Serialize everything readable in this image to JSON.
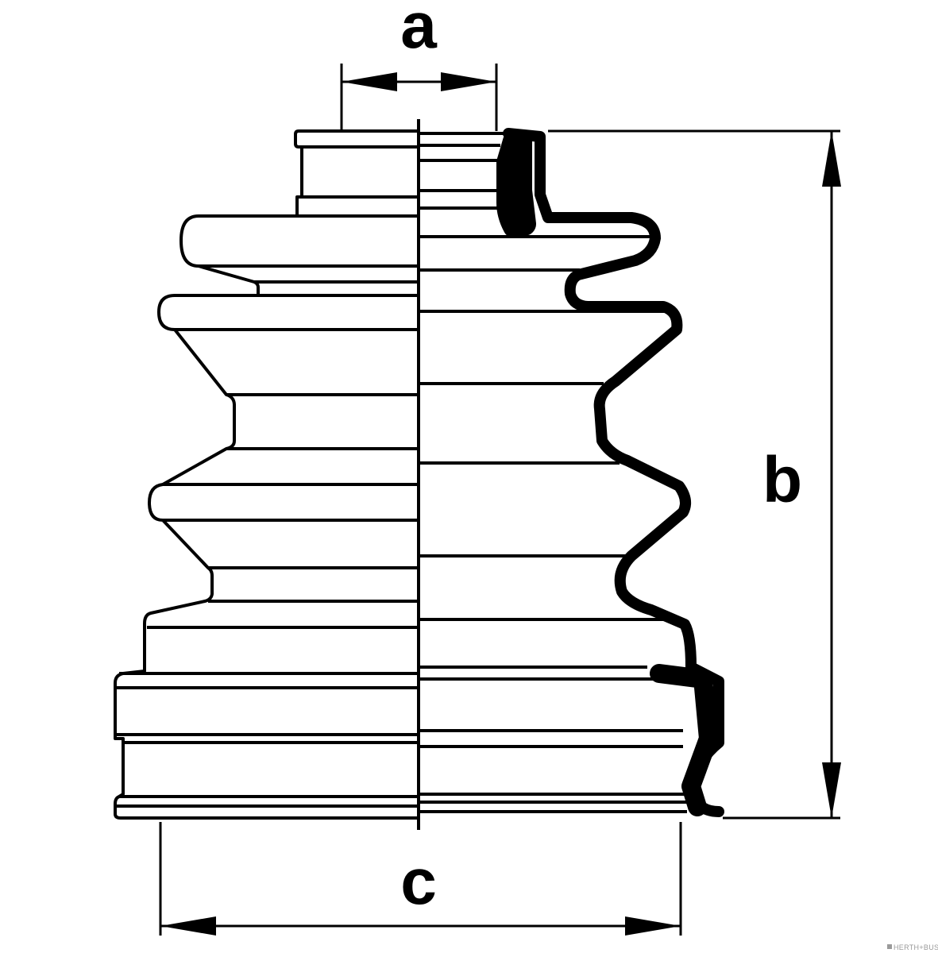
{
  "diagram": {
    "dimensions": [
      {
        "id": "a",
        "label": "a"
      },
      {
        "id": "b",
        "label": "b"
      },
      {
        "id": "c",
        "label": "c"
      }
    ],
    "line_color": "#000000",
    "background": "#ffffff",
    "watermark": "HERTH+BUSS"
  }
}
